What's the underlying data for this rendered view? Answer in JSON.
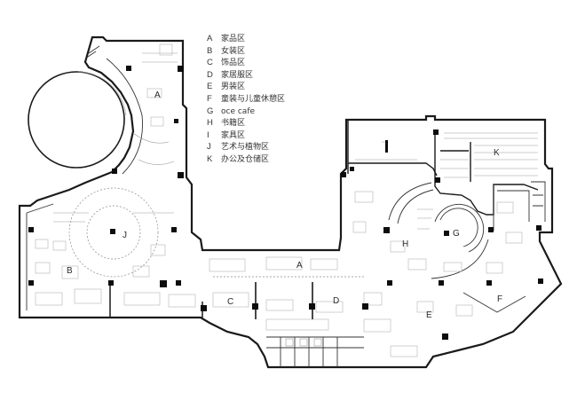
{
  "legend": [
    {
      "key": "A",
      "label": "家品区"
    },
    {
      "key": "B",
      "label": "女装区"
    },
    {
      "key": "C",
      "label": "饰品区"
    },
    {
      "key": "D",
      "label": "家居服区"
    },
    {
      "key": "E",
      "label": "男装区"
    },
    {
      "key": "F",
      "label": "童装与儿童休憩区"
    },
    {
      "key": "G",
      "label": "oce cafe"
    },
    {
      "key": "H",
      "label": "书籍区"
    },
    {
      "key": "I",
      "label": "家具区"
    },
    {
      "key": "J",
      "label": "艺术与植物区"
    },
    {
      "key": "K",
      "label": "办公及仓储区"
    }
  ],
  "zone_labels": {
    "a_top": "A",
    "a_mid": "A",
    "b": "B",
    "c": "C",
    "d": "D",
    "e": "E",
    "f": "F",
    "g": "G",
    "h": "H",
    "j": "J",
    "k": "K"
  }
}
